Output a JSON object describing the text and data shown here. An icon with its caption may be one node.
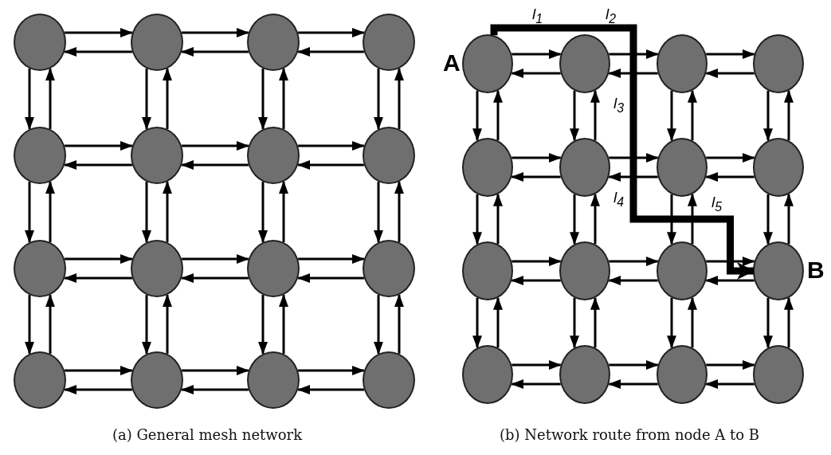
{
  "diagram": {
    "nodes": [
      {
        "text": [],
        "shape": "circle"
      },
      {
        "text": [],
        "shape": "circle"
      },
      {
        "text": [],
        "shape": "circle"
      },
      {
        "text": [],
        "shape": "circle"
      },
      {
        "text": [],
        "shape": "circle"
      },
      {
        "text": [],
        "shape": "circle"
      },
      {
        "text": [],
        "shape": "circle"
      },
      {
        "text": [],
        "shape": "circle"
      },
      {
        "text": [],
        "shape": "circle"
      },
      {
        "text": [],
        "shape": "circle"
      },
      {
        "text": [],
        "shape": "circle"
      },
      {
        "text": [],
        "shape": "circle"
      },
      {
        "text": [],
        "shape": "circle"
      },
      {
        "text": [],
        "shape": "circle"
      },
      {
        "text": [],
        "shape": "circle"
      },
      {
        "text": [],
        "shape": "circle"
      },
      {
        "text": [],
        "shape": "circle",
        "beside": [
          "A"
        ]
      },
      {
        "text": [],
        "shape": "circle"
      },
      {
        "text": [],
        "shape": "circle"
      },
      {
        "text": [],
        "shape": "circle"
      },
      {
        "text": [],
        "shape": "circle"
      },
      {
        "text": [],
        "shape": "circle"
      },
      {
        "text": [],
        "shape": "circle"
      },
      {
        "text": [],
        "shape": "circle"
      },
      {
        "text": [],
        "shape": "circle"
      },
      {
        "text": [],
        "shape": "circle"
      },
      {
        "text": [],
        "shape": "circle"
      },
      {
        "text": [],
        "shape": "circle",
        "beside": [
          "B"
        ]
      },
      {
        "text": [],
        "shape": "circle"
      },
      {
        "text": [],
        "shape": "circle"
      },
      {
        "text": [],
        "shape": "circle"
      },
      {
        "text": [],
        "shape": "circle"
      }
    ],
    "edges": [
      {
        "from": 0,
        "to": 1,
        "arrow": "to"
      },
      {
        "from": 1,
        "to": 0,
        "arrow": "to"
      },
      {
        "from": 1,
        "to": 2,
        "arrow": "to"
      },
      {
        "from": 2,
        "to": 1,
        "arrow": "to"
      },
      {
        "from": 2,
        "to": 3,
        "arrow": "to"
      },
      {
        "from": 3,
        "to": 2,
        "arrow": "to"
      },
      {
        "from": 4,
        "to": 5,
        "arrow": "to"
      },
      {
        "from": 5,
        "to": 4,
        "arrow": "to"
      },
      {
        "from": 5,
        "to": 6,
        "arrow": "to"
      },
      {
        "from": 6,
        "to": 5,
        "arrow": "to"
      },
      {
        "from": 6,
        "to": 7,
        "arrow": "to"
      },
      {
        "from": 7,
        "to": 6,
        "arrow": "to"
      },
      {
        "from": 8,
        "to": 9,
        "arrow": "to"
      },
      {
        "from": 9,
        "to": 8,
        "arrow": "to"
      },
      {
        "from": 9,
        "to": 10,
        "arrow": "to"
      },
      {
        "from": 10,
        "to": 9,
        "arrow": "to"
      },
      {
        "from": 10,
        "to": 11,
        "arrow": "to"
      },
      {
        "from": 11,
        "to": 10,
        "arrow": "to"
      },
      {
        "from": 12,
        "to": 13,
        "arrow": "to"
      },
      {
        "from": 13,
        "to": 12,
        "arrow": "to"
      },
      {
        "from": 13,
        "to": 14,
        "arrow": "to"
      },
      {
        "from": 14,
        "to": 13,
        "arrow": "to"
      },
      {
        "from": 14,
        "to": 15,
        "arrow": "to"
      },
      {
        "from": 15,
        "to": 14,
        "arrow": "to"
      },
      {
        "from": 0,
        "to": 4,
        "arrow": "to"
      },
      {
        "from": 4,
        "to": 0,
        "arrow": "to"
      },
      {
        "from": 1,
        "to": 5,
        "arrow": "to"
      },
      {
        "from": 5,
        "to": 1,
        "arrow": "to"
      },
      {
        "from": 2,
        "to": 6,
        "arrow": "to"
      },
      {
        "from": 6,
        "to": 2,
        "arrow": "to"
      },
      {
        "from": 3,
        "to": 7,
        "arrow": "to"
      },
      {
        "from": 7,
        "to": 3,
        "arrow": "to"
      },
      {
        "from": 4,
        "to": 8,
        "arrow": "to"
      },
      {
        "from": 8,
        "to": 4,
        "arrow": "to"
      },
      {
        "from": 5,
        "to": 9,
        "arrow": "to"
      },
      {
        "from": 9,
        "to": 5,
        "arrow": "to"
      },
      {
        "from": 6,
        "to": 10,
        "arrow": "to"
      },
      {
        "from": 10,
        "to": 6,
        "arrow": "to"
      },
      {
        "from": 7,
        "to": 11,
        "arrow": "to"
      },
      {
        "from": 11,
        "to": 7,
        "arrow": "to"
      },
      {
        "from": 8,
        "to": 12,
        "arrow": "to"
      },
      {
        "from": 12,
        "to": 8,
        "arrow": "to"
      },
      {
        "from": 9,
        "to": 13,
        "arrow": "to"
      },
      {
        "from": 13,
        "to": 9,
        "arrow": "to"
      },
      {
        "from": 10,
        "to": 14,
        "arrow": "to"
      },
      {
        "from": 14,
        "to": 10,
        "arrow": "to"
      },
      {
        "from": 11,
        "to": 15,
        "arrow": "to"
      },
      {
        "from": 15,
        "to": 11,
        "arrow": "to"
      },
      {
        "from": 16,
        "to": 17,
        "arrow": "to"
      },
      {
        "from": 17,
        "to": 16,
        "arrow": "to"
      },
      {
        "from": 17,
        "to": 18,
        "arrow": "to"
      },
      {
        "from": 18,
        "to": 17,
        "arrow": "to"
      },
      {
        "from": 18,
        "to": 19,
        "arrow": "to"
      },
      {
        "from": 19,
        "to": 18,
        "arrow": "to"
      },
      {
        "from": 20,
        "to": 21,
        "arrow": "to"
      },
      {
        "from": 21,
        "to": 20,
        "arrow": "to"
      },
      {
        "from": 21,
        "to": 22,
        "arrow": "to"
      },
      {
        "from": 22,
        "to": 21,
        "arrow": "to"
      },
      {
        "from": 22,
        "to": 23,
        "arrow": "to"
      },
      {
        "from": 23,
        "to": 22,
        "arrow": "to"
      },
      {
        "from": 24,
        "to": 25,
        "arrow": "to"
      },
      {
        "from": 25,
        "to": 24,
        "arrow": "to"
      },
      {
        "from": 25,
        "to": 26,
        "arrow": "to"
      },
      {
        "from": 26,
        "to": 25,
        "arrow": "to"
      },
      {
        "from": 26,
        "to": 27,
        "arrow": "to"
      },
      {
        "from": 27,
        "to": 26,
        "arrow": "to"
      },
      {
        "from": 28,
        "to": 29,
        "arrow": "to"
      },
      {
        "from": 29,
        "to": 28,
        "arrow": "to"
      },
      {
        "from": 29,
        "to": 30,
        "arrow": "to"
      },
      {
        "from": 30,
        "to": 29,
        "arrow": "to"
      },
      {
        "from": 30,
        "to": 31,
        "arrow": "to"
      },
      {
        "from": 31,
        "to": 30,
        "arrow": "to"
      },
      {
        "from": 16,
        "to": 20,
        "arrow": "to"
      },
      {
        "from": 20,
        "to": 16,
        "arrow": "to"
      },
      {
        "from": 17,
        "to": 21,
        "arrow": "to"
      },
      {
        "from": 21,
        "to": 17,
        "arrow": "to"
      },
      {
        "from": 18,
        "to": 22,
        "arrow": "to"
      },
      {
        "from": 22,
        "to": 18,
        "arrow": "to"
      },
      {
        "from": 19,
        "to": 23,
        "arrow": "to"
      },
      {
        "from": 23,
        "to": 19,
        "arrow": "to"
      },
      {
        "from": 20,
        "to": 24,
        "arrow": "to"
      },
      {
        "from": 24,
        "to": 20,
        "arrow": "to"
      },
      {
        "from": 21,
        "to": 25,
        "arrow": "to"
      },
      {
        "from": 25,
        "to": 21,
        "arrow": "to"
      },
      {
        "from": 22,
        "to": 26,
        "arrow": "to"
      },
      {
        "from": 26,
        "to": 22,
        "arrow": "to"
      },
      {
        "from": 23,
        "to": 27,
        "arrow": "to"
      },
      {
        "from": 27,
        "to": 23,
        "arrow": "to"
      },
      {
        "from": 24,
        "to": 28,
        "arrow": "to"
      },
      {
        "from": 28,
        "to": 24,
        "arrow": "to"
      },
      {
        "from": 25,
        "to": 29,
        "arrow": "to"
      },
      {
        "from": 29,
        "to": 25,
        "arrow": "to"
      },
      {
        "from": 26,
        "to": 30,
        "arrow": "to"
      },
      {
        "from": 30,
        "to": 26,
        "arrow": "to"
      },
      {
        "from": 27,
        "to": 31,
        "arrow": "to"
      },
      {
        "from": 31,
        "to": 27,
        "arrow": "to"
      },
      {
        "from": 16,
        "to": 27,
        "arrow": "to",
        "style": "thick"
      }
    ],
    "labels": [
      "l$_{1}$",
      "l$_{2}$",
      "l$_{3}$",
      "l$_{4}$",
      "l$_{5}$",
      "(a) General mesh network",
      "(b) Network route from node A to B"
    ]
  }
}
